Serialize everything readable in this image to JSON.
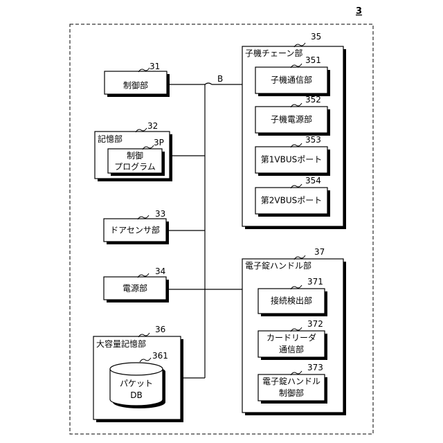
{
  "figure_ref": "3",
  "bus_label": "B",
  "control": {
    "ref": "31",
    "label": "制御部"
  },
  "storage": {
    "ref": "32",
    "label": "記憶部",
    "program": {
      "ref": "3P",
      "line1": "制御",
      "line2": "プログラム"
    }
  },
  "door_sensor": {
    "ref": "33",
    "label": "ドアセンサ部"
  },
  "power": {
    "ref": "34",
    "label": "電源部"
  },
  "mass_storage": {
    "ref": "36",
    "label": "大容量記憶部",
    "db": {
      "ref": "361",
      "line1": "パケット",
      "line2": "DB"
    }
  },
  "child_chain": {
    "ref": "35",
    "label": "子機チェーン部",
    "items": [
      {
        "ref": "351",
        "label": "子機通信部"
      },
      {
        "ref": "352",
        "label": "子機電源部"
      },
      {
        "ref": "353",
        "label": "第1VBUSポート"
      },
      {
        "ref": "354",
        "label": "第2VBUSポート"
      }
    ]
  },
  "e_lock": {
    "ref": "37",
    "label": "電子錠ハンドル部",
    "items": [
      {
        "ref": "371",
        "line1": "接続検出部",
        "line2": ""
      },
      {
        "ref": "372",
        "line1": "カードリーダ",
        "line2": "通信部"
      },
      {
        "ref": "373",
        "line1": "電子錠ハンドル",
        "line2": "制御部"
      }
    ]
  }
}
